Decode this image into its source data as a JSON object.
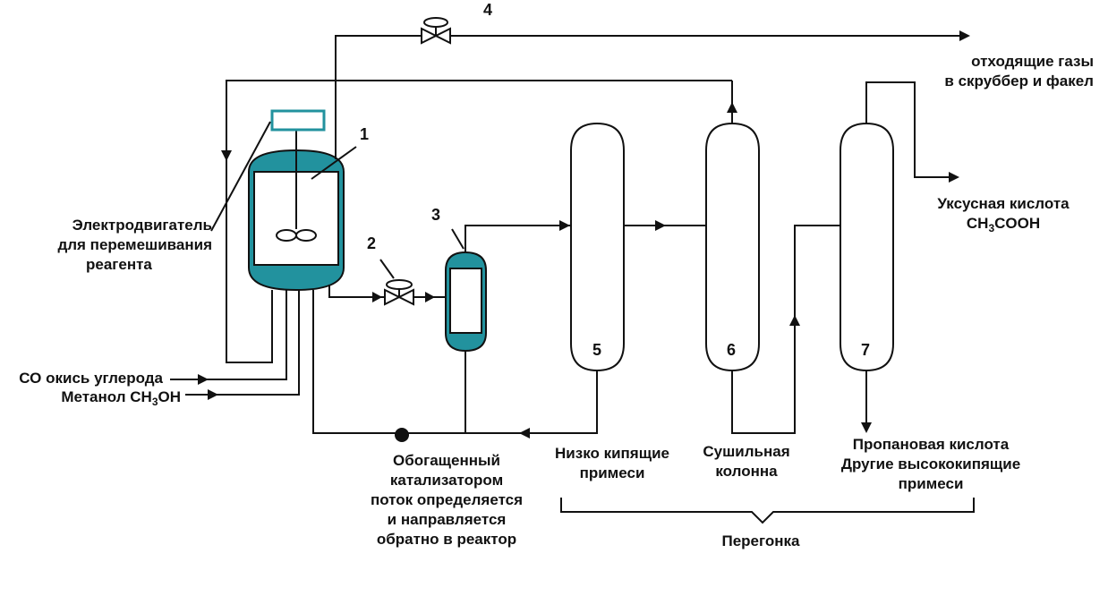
{
  "colors": {
    "accent": "#22929e",
    "line": "#111111"
  },
  "equipment": {
    "reactor_number": "1",
    "valve_number": "2",
    "flash_number": "3",
    "gas_valve_number": "4",
    "column5_number": "5",
    "column6_number": "6",
    "column7_number": "7"
  },
  "labels": {
    "offgas_line1": "отходящие газы",
    "offgas_line2": "в скруббер и факел",
    "motor_line1": "Электродвигатель",
    "motor_line2": "для перемешивания",
    "motor_line3": "реагента",
    "co_feed": "СО окись углерода",
    "methanol_prefix": "Метанол CH",
    "methanol_sub": "3",
    "methanol_suffix": "OH",
    "product_line1": "Уксусная кислота",
    "product_formula_a": "CH",
    "product_formula_sub": "3",
    "product_formula_b": "COOH",
    "catalyst_line1": "Обогащенный",
    "catalyst_line2": "катализатором",
    "catalyst_line3": "поток определяется",
    "catalyst_line4": "и направляется",
    "catalyst_line5": "обратно в реактор",
    "low_boil_line1": "Низко кипящие",
    "low_boil_line2": "примеси",
    "drying_line1": "Сушильная",
    "drying_line2": "колонна",
    "heavy_line1": "Пропановая кислота",
    "heavy_line2": "Другие высококипящие",
    "heavy_line3": "примеси",
    "distillation": "Перегонка"
  }
}
